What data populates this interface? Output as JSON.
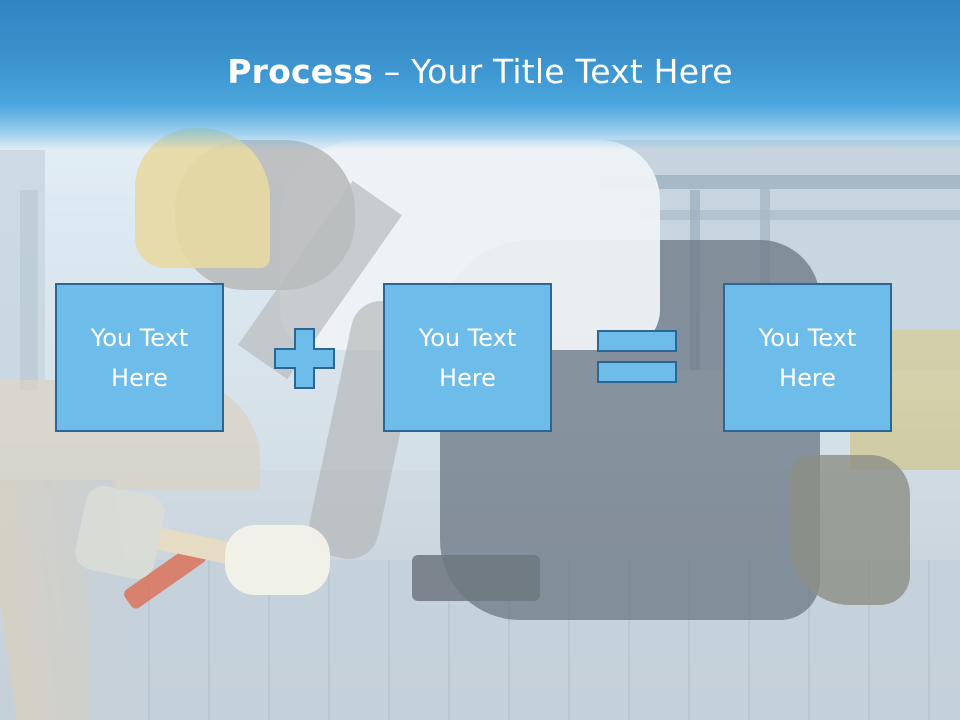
{
  "title": {
    "bold": "Process",
    "rest": " – Your Title Text Here"
  },
  "boxes": [
    {
      "line1": "You Text",
      "line2": "Here"
    },
    {
      "line1": "You Text",
      "line2": "Here"
    },
    {
      "line1": "You Text",
      "line2": "Here"
    }
  ],
  "operators": [
    "plus-icon",
    "equals-icon"
  ],
  "colors": {
    "title_bar": "#3d95d0",
    "box_fill": "#6dbce9",
    "box_border": "#2c6694",
    "text": "#ffffff"
  }
}
